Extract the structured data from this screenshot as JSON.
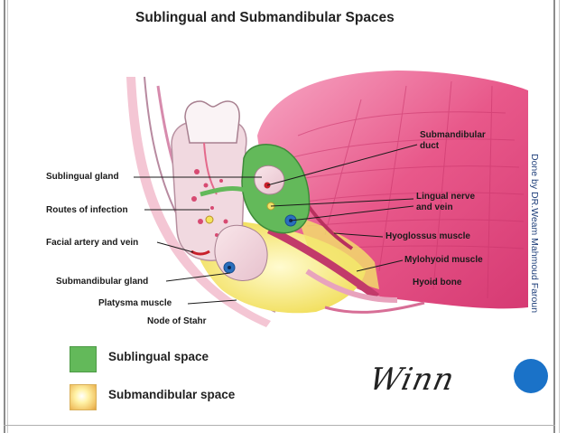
{
  "title": "Sublingual and  Submandibular Spaces",
  "credit": "Done by DR.Weam Mahmoud Faroun",
  "labels": {
    "sublingual_gland": "Sublingual gland",
    "routes_of_infection": "Routes of infection",
    "facial_artery_vein": "Facial artery and vein",
    "submandibular_gland": "Submandibular gland",
    "platysma_muscle": "Platysma muscle",
    "node_of_stahr": "Node of Stahr",
    "submandibular_duct": "Submandibular duct",
    "lingual_nerve_vein": "Lingual nerve and vein",
    "hyoglossus_muscle": "Hyoglossus muscle",
    "mylohyoid_muscle": "Mylohyoid muscle",
    "hyoid_bone": "Hyoid bone"
  },
  "legend": [
    {
      "label": "Sublingual space",
      "color": "#63b95a"
    },
    {
      "label": "Submandibular space",
      "color": "#f0c060"
    }
  ],
  "signature": "Winn",
  "colors": {
    "tongue": "#e8588a",
    "sublingual_space": "#63b95a",
    "submandibular_space": "#f3e46a",
    "bone": "#f1d9e0",
    "credit_text": "#1f3f7a",
    "accent_dot": "#1a72c8"
  }
}
